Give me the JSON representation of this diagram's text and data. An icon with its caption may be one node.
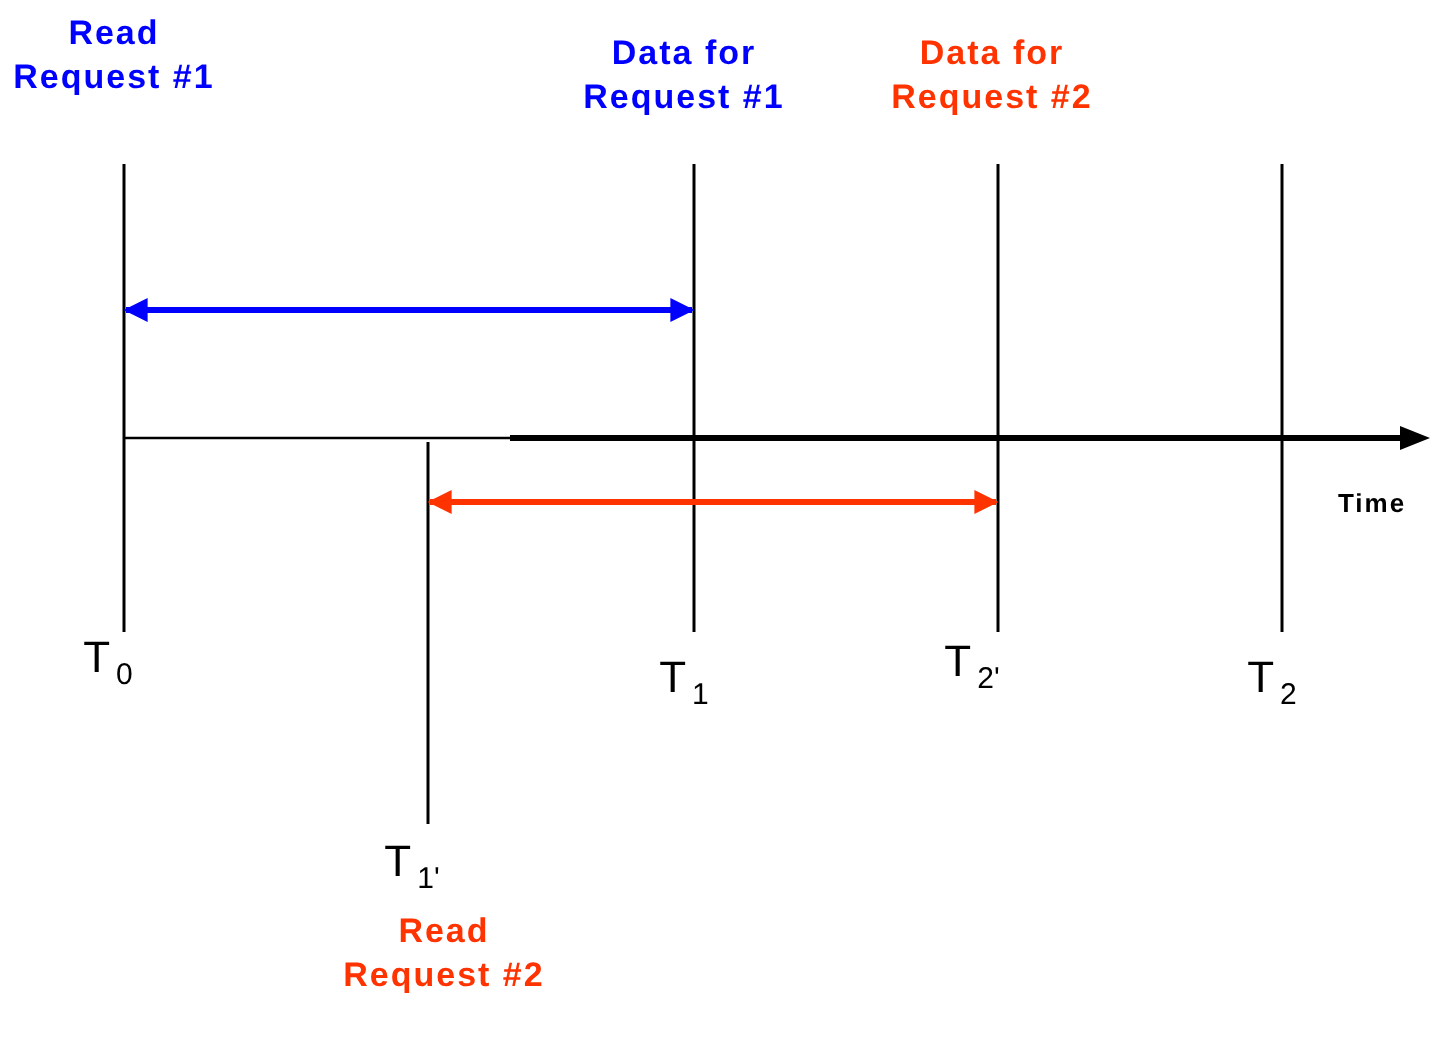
{
  "diagram": {
    "labels": [
      "Read Request #1",
      "Data for Request #1",
      "Data for Request #2",
      "Time",
      "T$_{0}$",
      "T$_{1}$",
      "T$_{2'}$",
      "T$_{2}$",
      "T$_{1'}$",
      "Read Request #2"
    ]
  }
}
